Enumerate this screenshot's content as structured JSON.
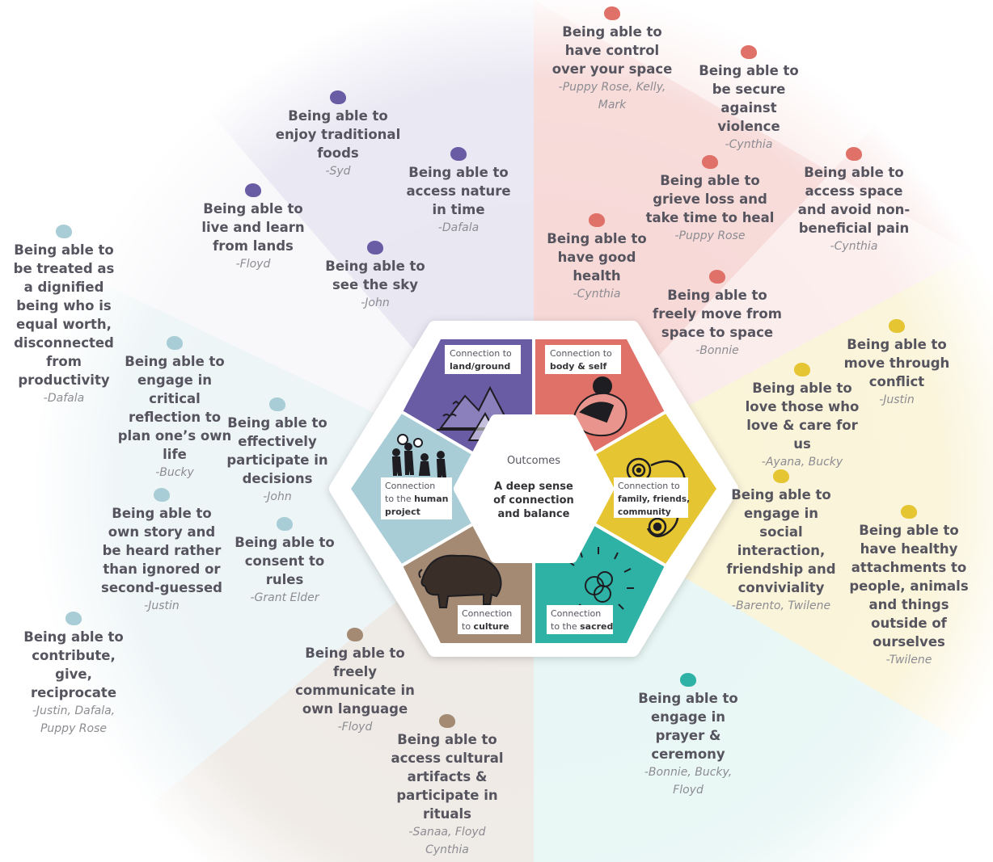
{
  "colors": {
    "land": "#6a5ba5",
    "body": "#e07168",
    "family": "#e6c532",
    "sacred": "#2fb2a6",
    "culture": "#a48a72",
    "human": "#a8cdd6"
  },
  "center": {
    "title": "Outcomes",
    "subtitle": "A deep sense of connection and balance"
  },
  "segments": [
    {
      "id": "land",
      "line1": "Connection to",
      "line2": "land/ground",
      "icon": "mountain-landscape-icon"
    },
    {
      "id": "body",
      "line1": "Connection to",
      "line2": "body & self",
      "icon": "crouching-figure-icon"
    },
    {
      "id": "family",
      "line1": "Connection to",
      "line2": "family, friends,",
      "line3": "community",
      "icon": "connected-circles-icon"
    },
    {
      "id": "sacred",
      "line1": "Connection",
      "line2_pre": "to the",
      "line2": "sacred",
      "icon": "radiating-knot-icon"
    },
    {
      "id": "culture",
      "line1": "Connection",
      "line2_pre": "to",
      "line2": "culture",
      "icon": "bison-icon"
    },
    {
      "id": "human",
      "line1": "Connection",
      "line2_pre": "to the",
      "line2": "human",
      "line3": "project",
      "icon": "people-group-icon"
    }
  ],
  "outcomes": [
    {
      "group": "body",
      "title": "Being able to have control over your space",
      "attribution": "-Puppy Rose, Kelly, Mark"
    },
    {
      "group": "body",
      "title": "Being able to be secure against violence",
      "attribution": "-Cynthia"
    },
    {
      "group": "body",
      "title": "Being able to grieve loss and take time to heal",
      "attribution": "-Puppy Rose"
    },
    {
      "group": "body",
      "title": "Being able to access space and avoid non-beneficial pain",
      "attribution": "-Cynthia"
    },
    {
      "group": "body",
      "title": "Being able to have good health",
      "attribution": "-Cynthia"
    },
    {
      "group": "body",
      "title": "Being able to freely move from space to space",
      "attribution": "-Bonnie"
    },
    {
      "group": "land",
      "title": "Being able to enjoy traditional foods",
      "attribution": "-Syd"
    },
    {
      "group": "land",
      "title": "Being able to access nature in time",
      "attribution": "-Dafala"
    },
    {
      "group": "land",
      "title": "Being able to live and learn from lands",
      "attribution": "-Floyd"
    },
    {
      "group": "land",
      "title": "Being able to see the sky",
      "attribution": "-John"
    },
    {
      "group": "human",
      "title": "Being able to be treated as a dignified being who is equal worth, disconnected from productivity",
      "attribution": "-Dafala"
    },
    {
      "group": "human",
      "title": "Being able to engage in critical reflection to plan one’s own life",
      "attribution": "-Bucky"
    },
    {
      "group": "human",
      "title": "Being able to effectively participate in decisions",
      "attribution": "-John"
    },
    {
      "group": "human",
      "title": "Being able to own story and be heard rather than ignored or second-guessed",
      "attribution": "-Justin"
    },
    {
      "group": "human",
      "title": "Being able to consent to rules",
      "attribution": "-Grant Elder"
    },
    {
      "group": "human",
      "title": "Being able to contribute, give, reciprocate",
      "attribution": "-Justin, Dafala, Puppy Rose"
    },
    {
      "group": "culture",
      "title": "Being able to freely communicate in own language",
      "attribution": "-Floyd"
    },
    {
      "group": "culture",
      "title": "Being able to access cultural artifacts & participate in rituals",
      "attribution": "-Sanaa, Floyd Cynthia"
    },
    {
      "group": "sacred",
      "title": "Being able to engage in prayer & ceremony",
      "attribution": "-Bonnie, Bucky, Floyd"
    },
    {
      "group": "family",
      "title": "Being able to move through conflict",
      "attribution": "-Justin"
    },
    {
      "group": "family",
      "title": "Being able to love those who love & care for us",
      "attribution": "-Ayana, Bucky"
    },
    {
      "group": "family",
      "title": "Being able to engage in social interaction, friendship and conviviality",
      "attribution": "-Barento, Twilene"
    },
    {
      "group": "family",
      "title": "Being able to have healthy attachments to people, animals and things outside of ourselves",
      "attribution": "-Twilene"
    }
  ]
}
